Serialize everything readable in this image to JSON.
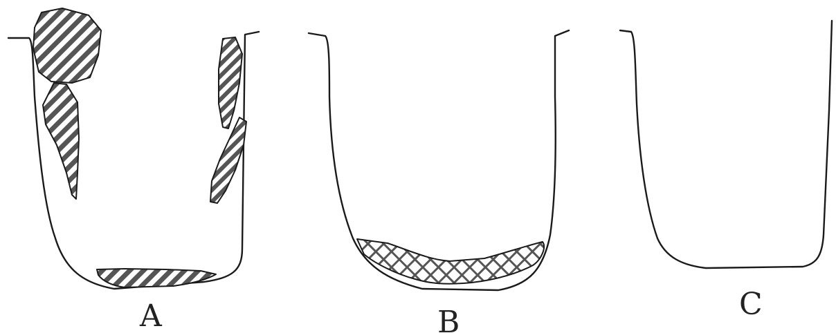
{
  "panels": [
    {
      "id": "A",
      "label": "A",
      "deposit_pattern": "diagonal-hatch"
    },
    {
      "id": "B",
      "label": "B",
      "deposit_pattern": "cross-hatch"
    },
    {
      "id": "C",
      "label": "C",
      "deposit_pattern": "none"
    }
  ],
  "colors": {
    "line": "#1a1a1a",
    "hatch": "#444444",
    "background": "#ffffff"
  }
}
